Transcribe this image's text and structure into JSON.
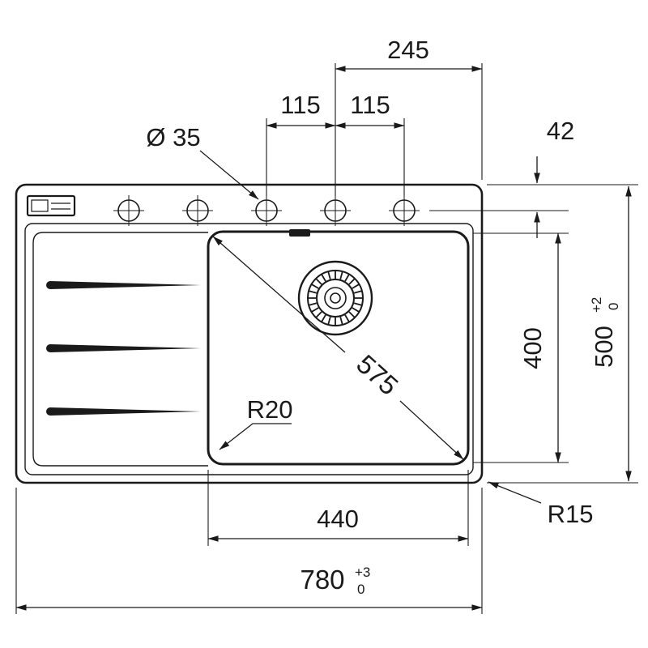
{
  "drawing": {
    "type": "technical-drawing",
    "subject": "kitchen sink top view with installation dimensions",
    "colors": {
      "line": "#1a1a1a",
      "background": "#ffffff"
    },
    "labels": {
      "dim_tap_to_edge": "245",
      "dim_hole_spacing_left": "115",
      "dim_hole_spacing_right": "115",
      "hole_diameter": "Ø 35",
      "dim_edge_to_holes": "42",
      "dim_bowl_diagonal": "575",
      "dim_bowl_depth": "400",
      "dim_overall_depth": "500",
      "tol_depth_plus": "+2",
      "tol_depth_minus": "0",
      "radius_bowl_corner": "R20",
      "dim_bowl_width": "440",
      "radius_outer_corner": "R15",
      "dim_overall_width": "780",
      "tol_width_plus": "+3",
      "tol_width_minus": "0"
    }
  }
}
